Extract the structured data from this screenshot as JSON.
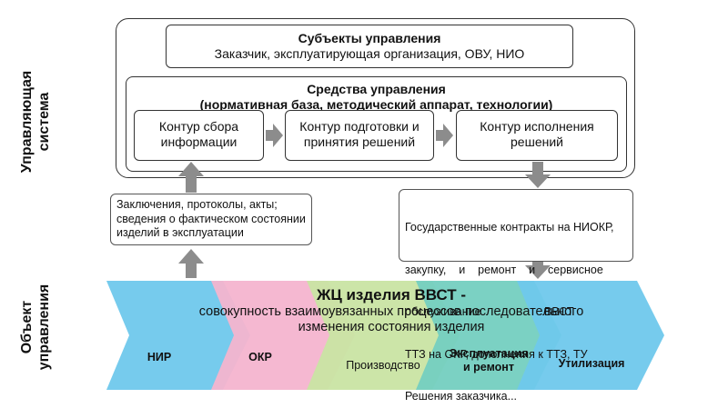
{
  "side_labels": {
    "control_system": [
      "Управляющая",
      "система"
    ],
    "object": [
      "Объект",
      "управления"
    ]
  },
  "subjects": {
    "title": "Субъекты управления",
    "subtitle": "Заказчик, эксплуатирующая организация, ОВУ, НИО"
  },
  "means": {
    "title": "Средства управления",
    "subtitle": "(нормативная база, методический аппарат, технологии)"
  },
  "contours": [
    [
      "Контур сбора",
      "информации"
    ],
    [
      "Контур подготовки и",
      "принятия решений"
    ],
    [
      "Контур исполнения",
      "решений"
    ]
  ],
  "left_note": [
    "Заключения, протоколы, акты;",
    "сведения о фактическом состоянии",
    "изделий в эксплуатации"
  ],
  "right_note": [
    "Государственные контракты на НИОКР,",
    "закупку,    и    ремонт    и    сервисное",
    "обслуживание                    ВВСТ",
    "ТТЗ на ОКР, дополнения к ТТЗ, ТУ",
    "Решения заказчика..."
  ],
  "lifecycle": {
    "title": "ЖЦ изделия ВВСТ -",
    "desc": [
      "совокупность взаимоувязанных процессов последовательного",
      "изменения состояния изделия"
    ],
    "stages": [
      {
        "label": [
          "НИР"
        ],
        "color": "#6fc8ec"
      },
      {
        "label": [
          "ОКР"
        ],
        "color": "#f4b4cf"
      },
      {
        "label": [
          "Производство"
        ],
        "color": "#c9e4a3"
      },
      {
        "label": [
          "Эксплуатация",
          "и ремонт"
        ],
        "color": "#74cfc0"
      },
      {
        "label": [
          "Утилизация"
        ],
        "color": "#6fc8ec"
      }
    ]
  },
  "colors": {
    "arrow": "#8c8c8c",
    "border": "#333333"
  }
}
